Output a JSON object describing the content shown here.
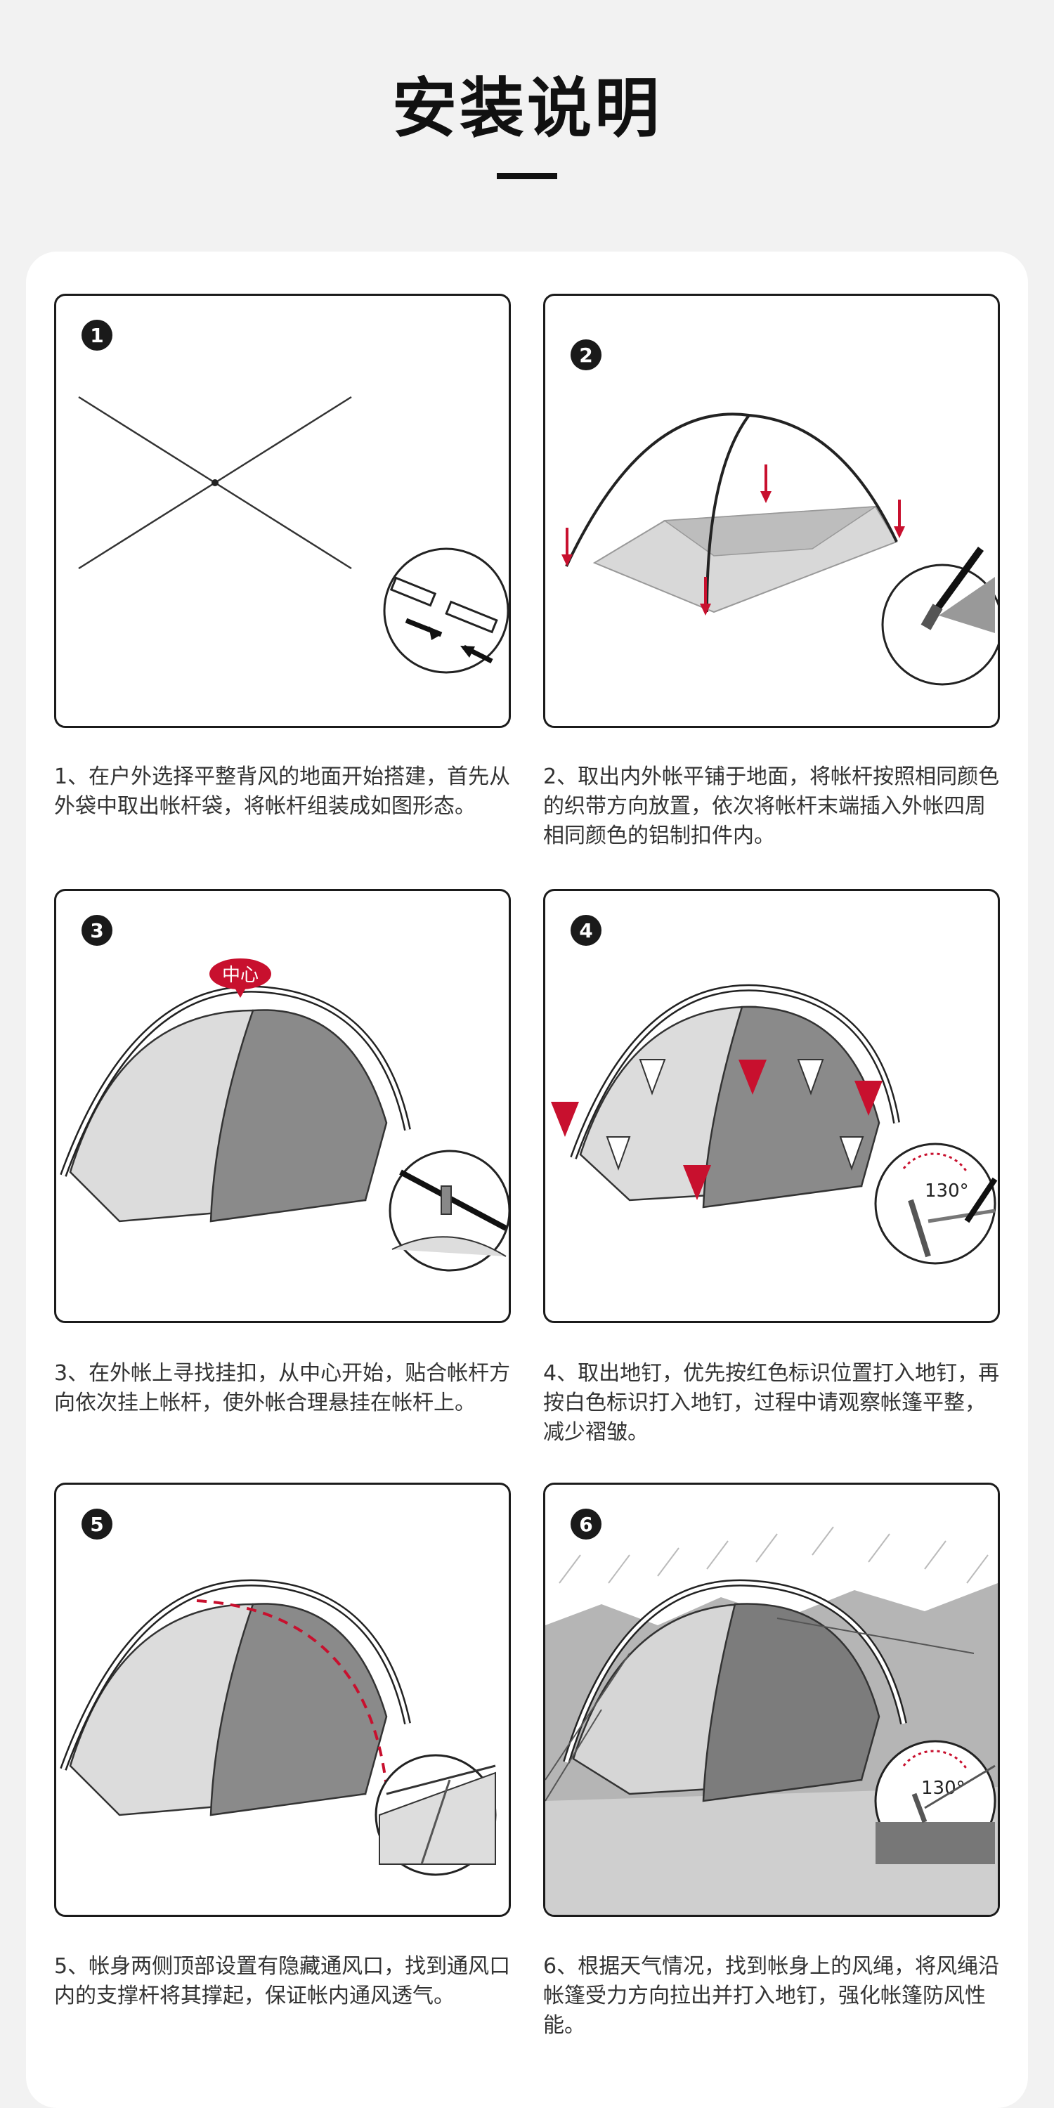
{
  "header": {
    "title": "安装说明"
  },
  "steps": [
    {
      "num": "1",
      "caption": "1、在户外选择平整背风的地面开始搭建，首先从外袋中取出帐杆袋，将帐杆组装成如图形态。"
    },
    {
      "num": "2",
      "caption": "2、取出内外帐平铺于地面，将帐杆按照相同颜色的织带方向放置，依次将帐杆末端插入外帐四周相同颜色的铝制扣件内。"
    },
    {
      "num": "3",
      "caption": "3、在外帐上寻找挂扣，从中心开始，贴合帐杆方向依次挂上帐杆，使外帐合理悬挂在帐杆上。",
      "center_label": "中心"
    },
    {
      "num": "4",
      "caption": "4、取出地钉，优先按红色标识位置打入地钉，再按白色标识打入地钉，过程中请观察帐篷平整，减少褶皱。",
      "angle_label": "130°"
    },
    {
      "num": "5",
      "caption": "5、帐身两侧顶部设置有隐藏通风口，找到通风口内的支撑杆将其撑起，保证帐内通风透气。"
    },
    {
      "num": "6",
      "caption": "6、根据天气情况，找到帐身上的风绳，将风绳沿帐篷受力方向拉出并打入地钉，强化帐篷防风性能。",
      "angle_label": "130°"
    }
  ],
  "colors": {
    "accent": "#c8102e",
    "dark": "#1b1b1b",
    "tent_dark": "#8a8a8a",
    "tent_light": "#dddddd"
  }
}
